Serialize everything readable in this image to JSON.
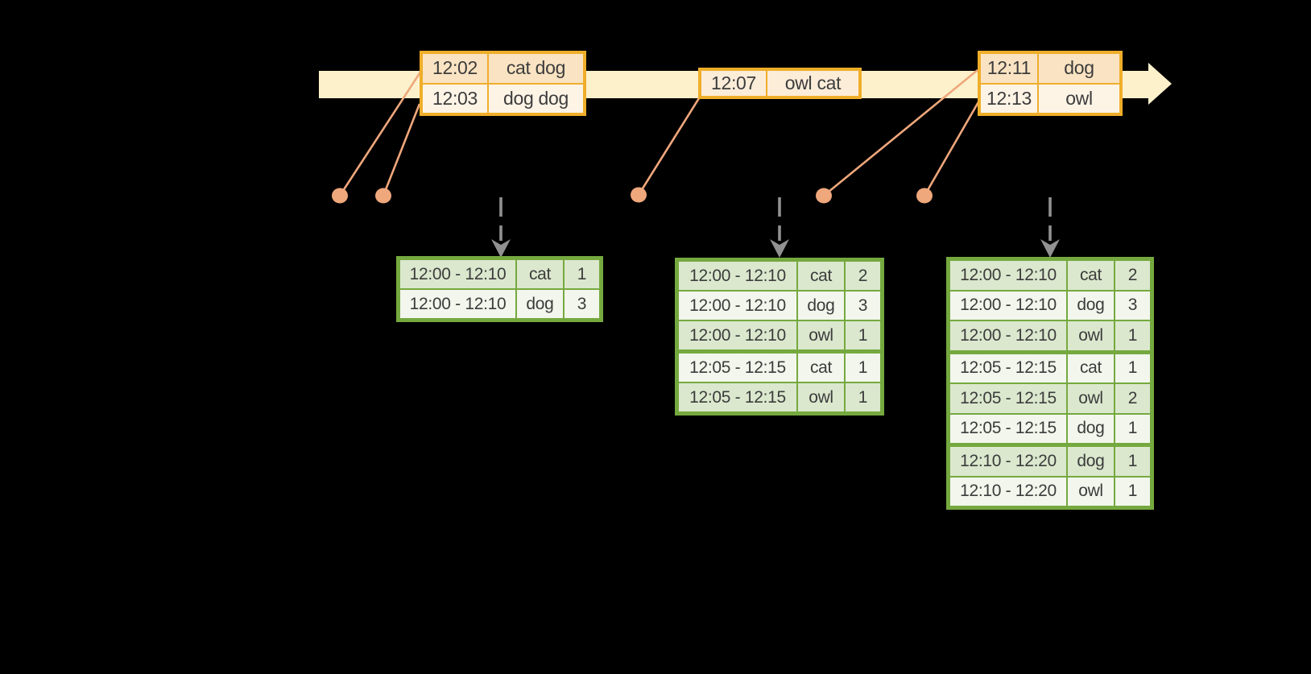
{
  "colors": {
    "background": "#000000",
    "band": "#FCF1CB",
    "orange_border": "#EFAE2A",
    "orange_row_dark": "#FAE3C2",
    "orange_row_light": "#FDF4E6",
    "orange_row_mid": "#FCEDD9",
    "salmon": "#EFA77C",
    "arrow_gray": "#919191",
    "green_border": "#75A93F",
    "green_row_dark": "#DBE8CE",
    "green_row_light": "#F2F6EC",
    "text": "#3C3C3C"
  },
  "event_tables": [
    {
      "rows": [
        {
          "time": "12:02",
          "words": "cat dog"
        },
        {
          "time": "12:03",
          "words": "dog dog"
        }
      ]
    },
    {
      "rows": [
        {
          "time": "12:07",
          "words": "owl cat"
        }
      ]
    },
    {
      "rows": [
        {
          "time": "12:11",
          "words": "dog"
        },
        {
          "time": "12:13",
          "words": "owl"
        }
      ]
    }
  ],
  "result_tables": [
    {
      "rows": [
        {
          "window": "12:00 - 12:10",
          "word": "cat",
          "count": "1"
        },
        {
          "window": "12:00 - 12:10",
          "word": "dog",
          "count": "3"
        }
      ]
    },
    {
      "rows": [
        {
          "window": "12:00 - 12:10",
          "word": "cat",
          "count": "2"
        },
        {
          "window": "12:00 - 12:10",
          "word": "dog",
          "count": "3"
        },
        {
          "window": "12:00 - 12:10",
          "word": "owl",
          "count": "1"
        },
        {
          "window": "12:05 - 12:15",
          "word": "cat",
          "count": "1"
        },
        {
          "window": "12:05 - 12:15",
          "word": "owl",
          "count": "1"
        }
      ]
    },
    {
      "rows": [
        {
          "window": "12:00 - 12:10",
          "word": "cat",
          "count": "2"
        },
        {
          "window": "12:00 - 12:10",
          "word": "dog",
          "count": "3"
        },
        {
          "window": "12:00 - 12:10",
          "word": "owl",
          "count": "1"
        },
        {
          "window": "12:05 - 12:15",
          "word": "cat",
          "count": "1"
        },
        {
          "window": "12:05 - 12:15",
          "word": "owl",
          "count": "2"
        },
        {
          "window": "12:05 - 12:15",
          "word": "dog",
          "count": "1"
        },
        {
          "window": "12:10 - 12:20",
          "word": "dog",
          "count": "1"
        },
        {
          "window": "12:10 - 12:20",
          "word": "owl",
          "count": "1"
        }
      ]
    }
  ]
}
